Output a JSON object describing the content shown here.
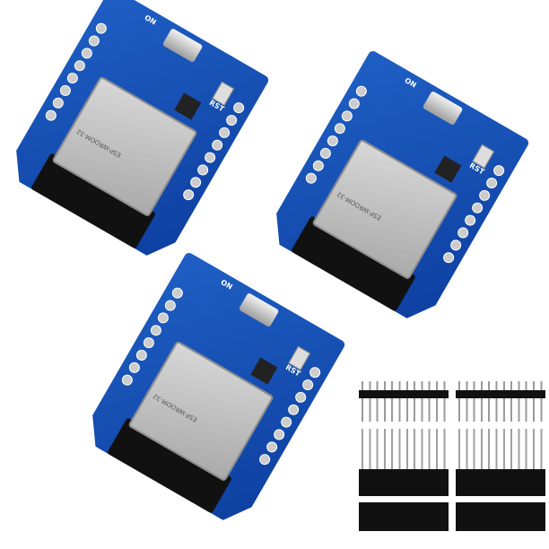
{
  "boards": [
    {
      "power_label": "ON",
      "reset_label": "RST",
      "module_label": "ESP-WROOM-32"
    },
    {
      "power_label": "ON",
      "reset_label": "RST",
      "module_label": "ESP-WROOM-32"
    },
    {
      "power_label": "ON",
      "reset_label": "RST",
      "module_label": "ESP-WROOM-32"
    }
  ],
  "colors": {
    "pcb": "#1a56bd",
    "module": "#c4c4c4",
    "header": "#111111"
  }
}
